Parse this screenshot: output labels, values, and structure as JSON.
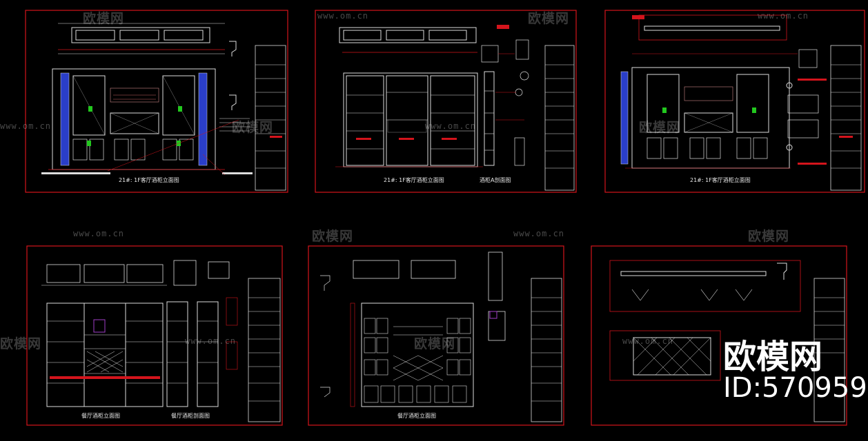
{
  "watermarks": {
    "brand": "欧模网",
    "url": "www.om.cn"
  },
  "branding": {
    "logo_text": "欧模网",
    "id_text": "ID:570959"
  },
  "drawings": {
    "sheet1_caption": "21#: 1F客厅酒柜立面图",
    "sheet2_caption_left": "21#: 1F客厅酒柜立面图",
    "sheet2_caption_right": "酒柜A剖面图",
    "sheet3_caption": "21#: 1F客厅酒柜立面图",
    "sheet4_caption_left": "餐厅酒柜立面图",
    "sheet4_caption_right": "餐厅酒柜剖面图",
    "sheet5_caption": "餐厅酒柜立面图"
  },
  "colors": {
    "background": "#000000",
    "frame": "#d4141c",
    "linework": "#e6e6e6",
    "accent_green": "#22c81e",
    "accent_blue": "#2a3ec8",
    "accent_yellow": "#c8c81e"
  }
}
